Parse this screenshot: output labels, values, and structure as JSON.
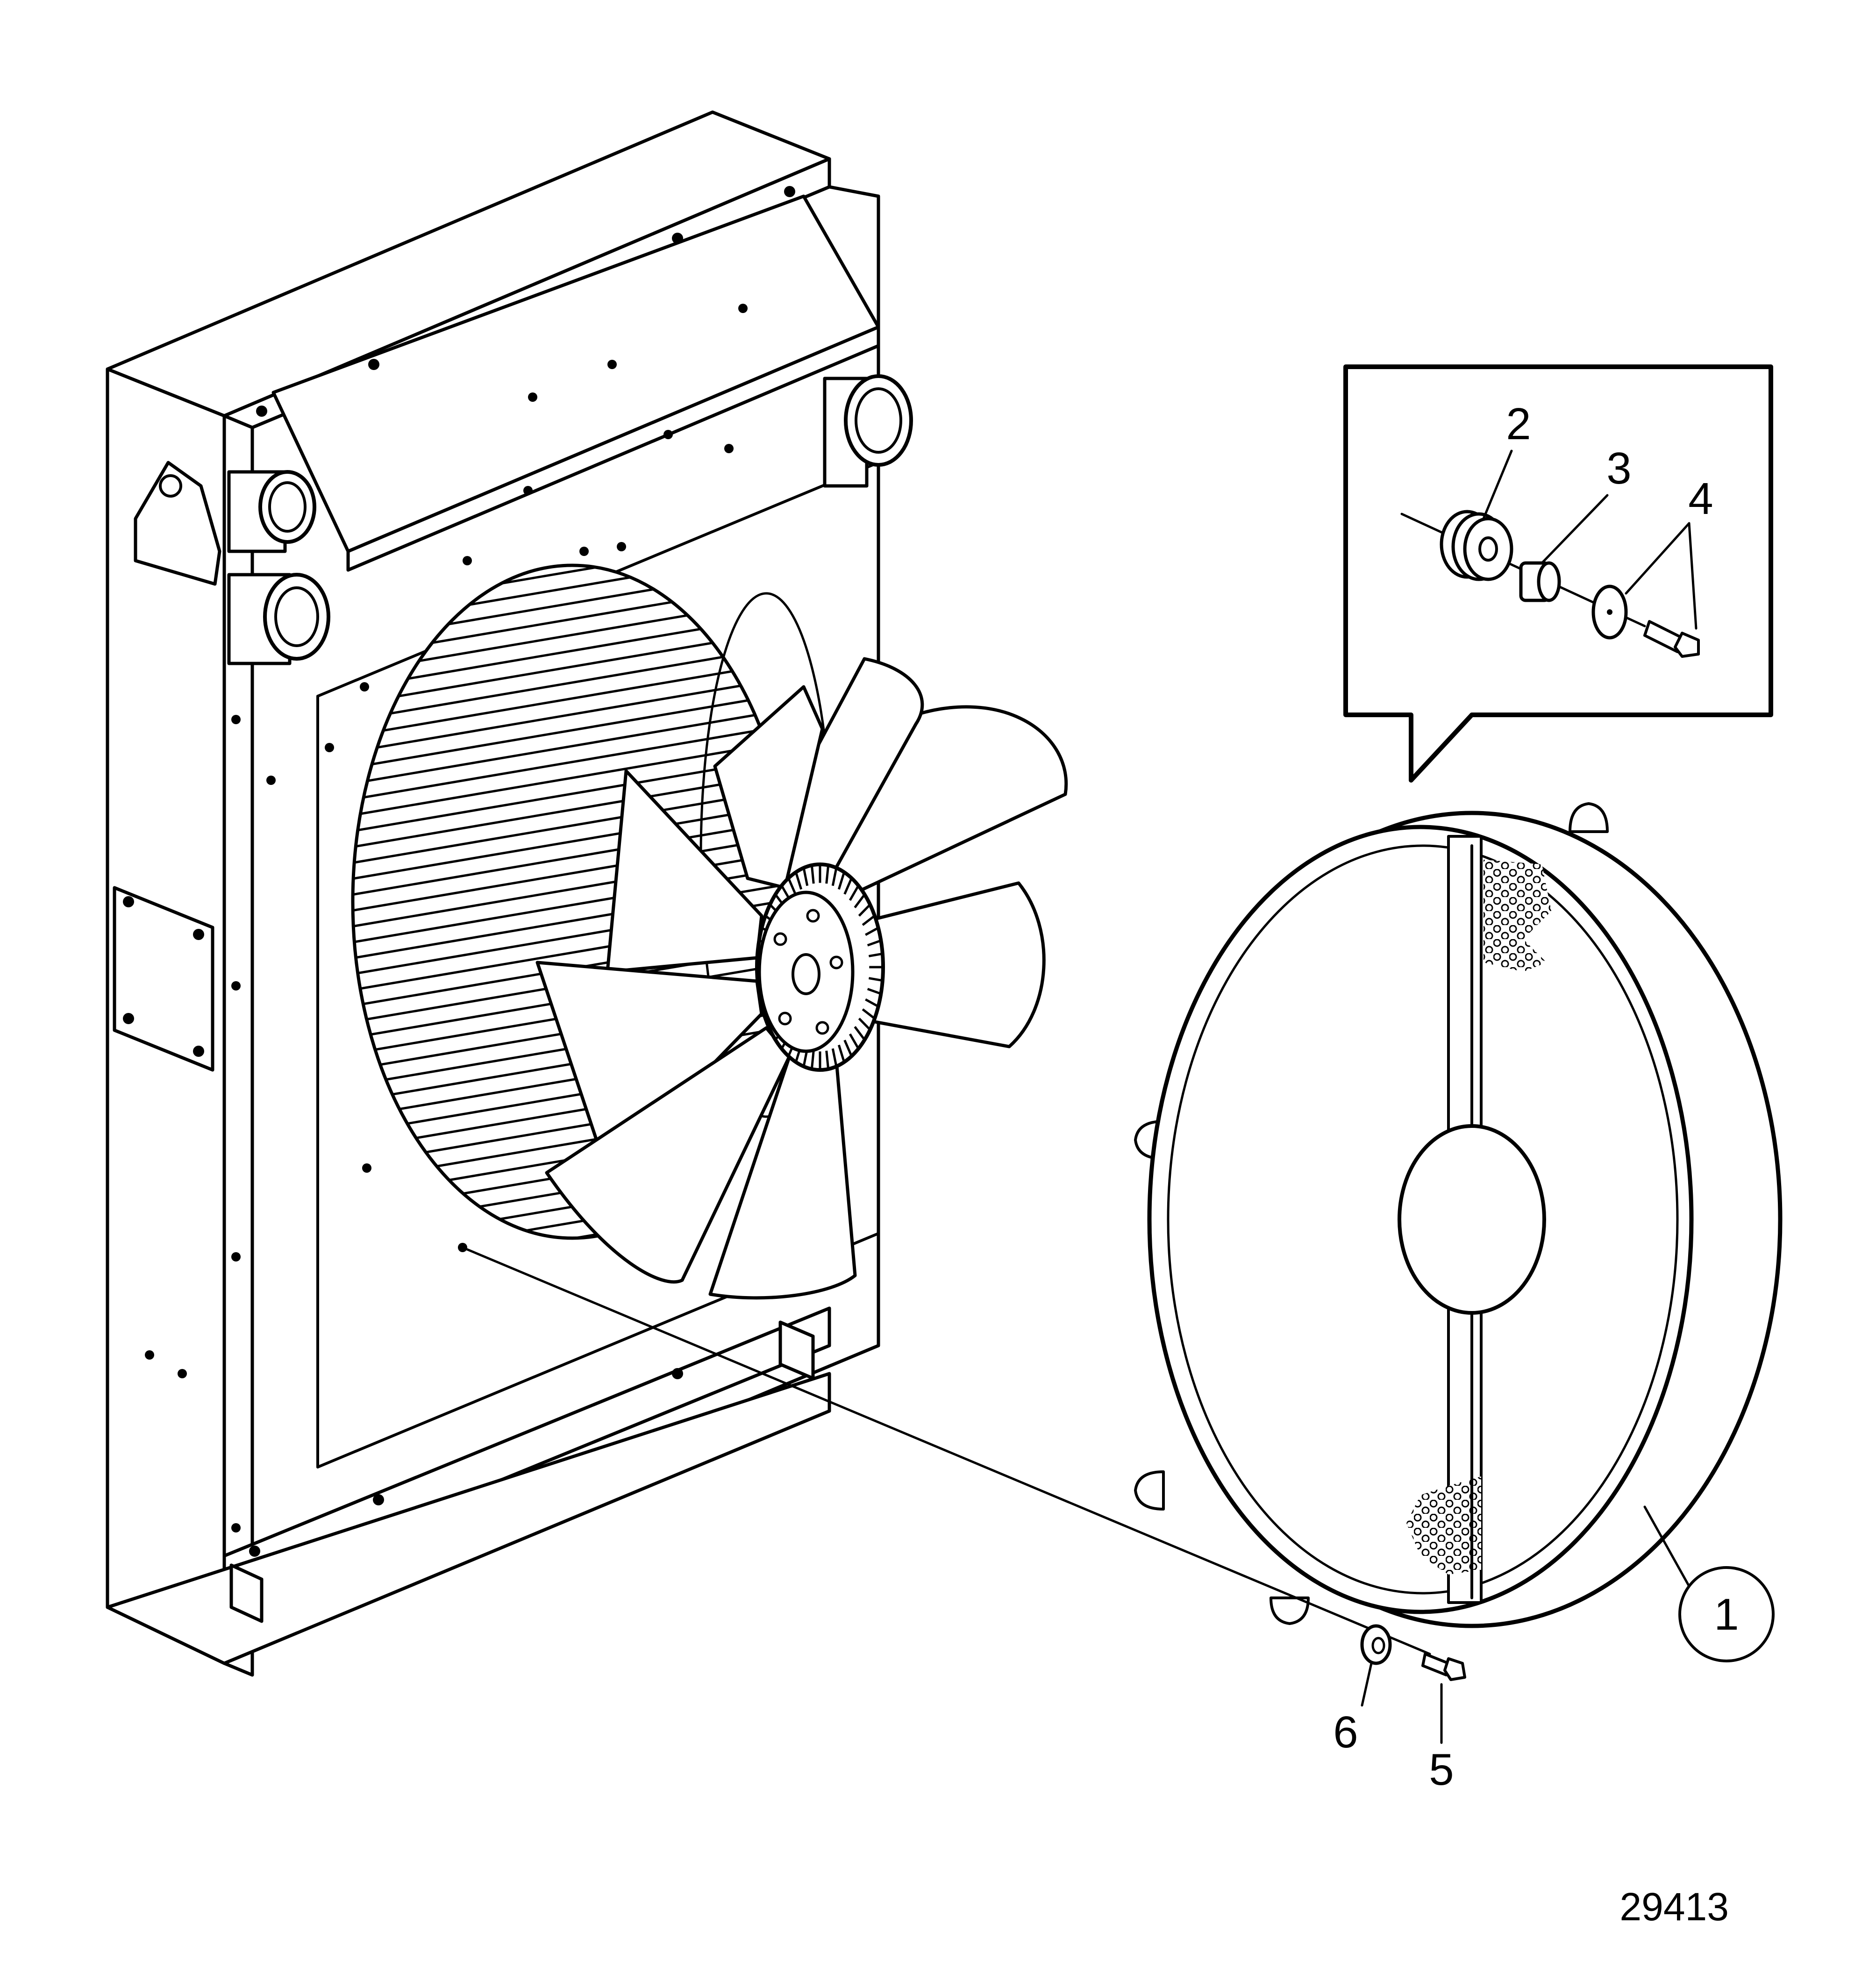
{
  "figure": {
    "id_number": "29413"
  },
  "callouts": {
    "c1": "1",
    "c2": "2",
    "c3": "3",
    "c4": "4",
    "c5": "5",
    "c6": "6"
  }
}
